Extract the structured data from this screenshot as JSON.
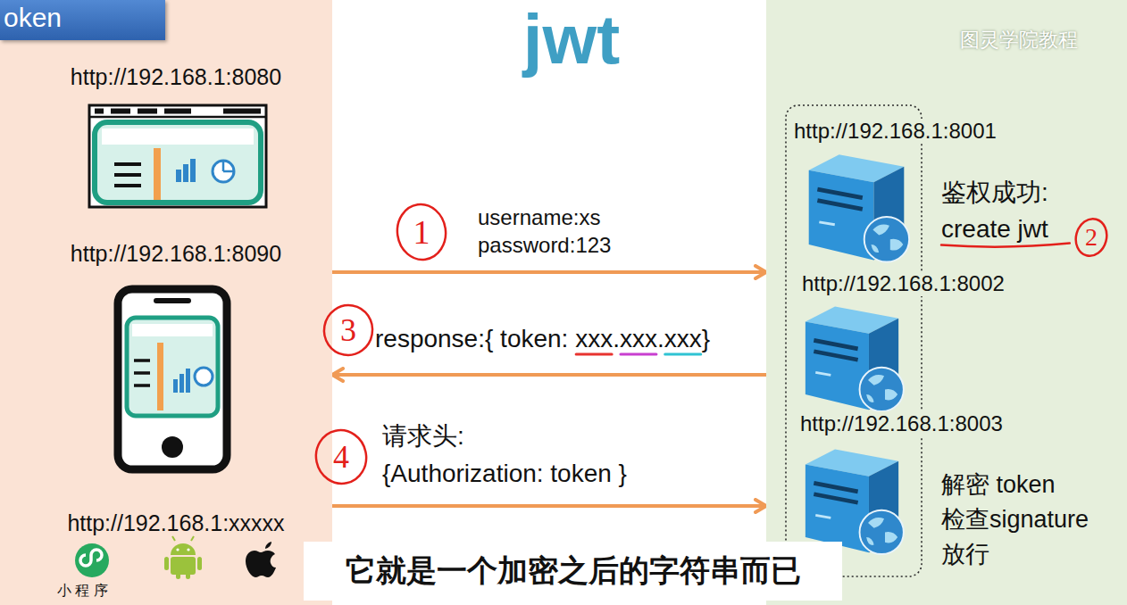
{
  "diagram": {
    "title": "jwt",
    "caption": "它就是一个加密之后的字符串而已",
    "nodes": [
      {
        "text": [
          "oken"
        ]
      },
      {
        "text": [
          "http://192.168.1:8080",
          "http://192.168.1:8090",
          "http://192.168.1:xxxxx",
          "小 程 序"
        ]
      },
      {
        "text": [
          "图灵学院教程"
        ]
      },
      {
        "text": [
          "http://192.168.1:8001",
          "鉴权成功: create jwt"
        ],
        "in": 2
      },
      {
        "text": [
          "http://192.168.1:8002"
        ],
        "in": 2
      },
      {
        "text": [
          "http://192.168.1:8003",
          "解密 token 检查signature 放行"
        ],
        "in": 2
      }
    ],
    "edges": [
      {
        "from": 1,
        "to": 2,
        "label": "username:xs password:123",
        "arrow": "to"
      },
      {
        "from": 2,
        "to": 1,
        "label": "response:{ token: xxx.xxx.xxx}",
        "arrow": "to"
      },
      {
        "from": 1,
        "to": 2,
        "label": "请求头: {Authorization: token }",
        "arrow": "to"
      }
    ],
    "labels": [
      "1",
      "2",
      "3",
      "4"
    ]
  }
}
